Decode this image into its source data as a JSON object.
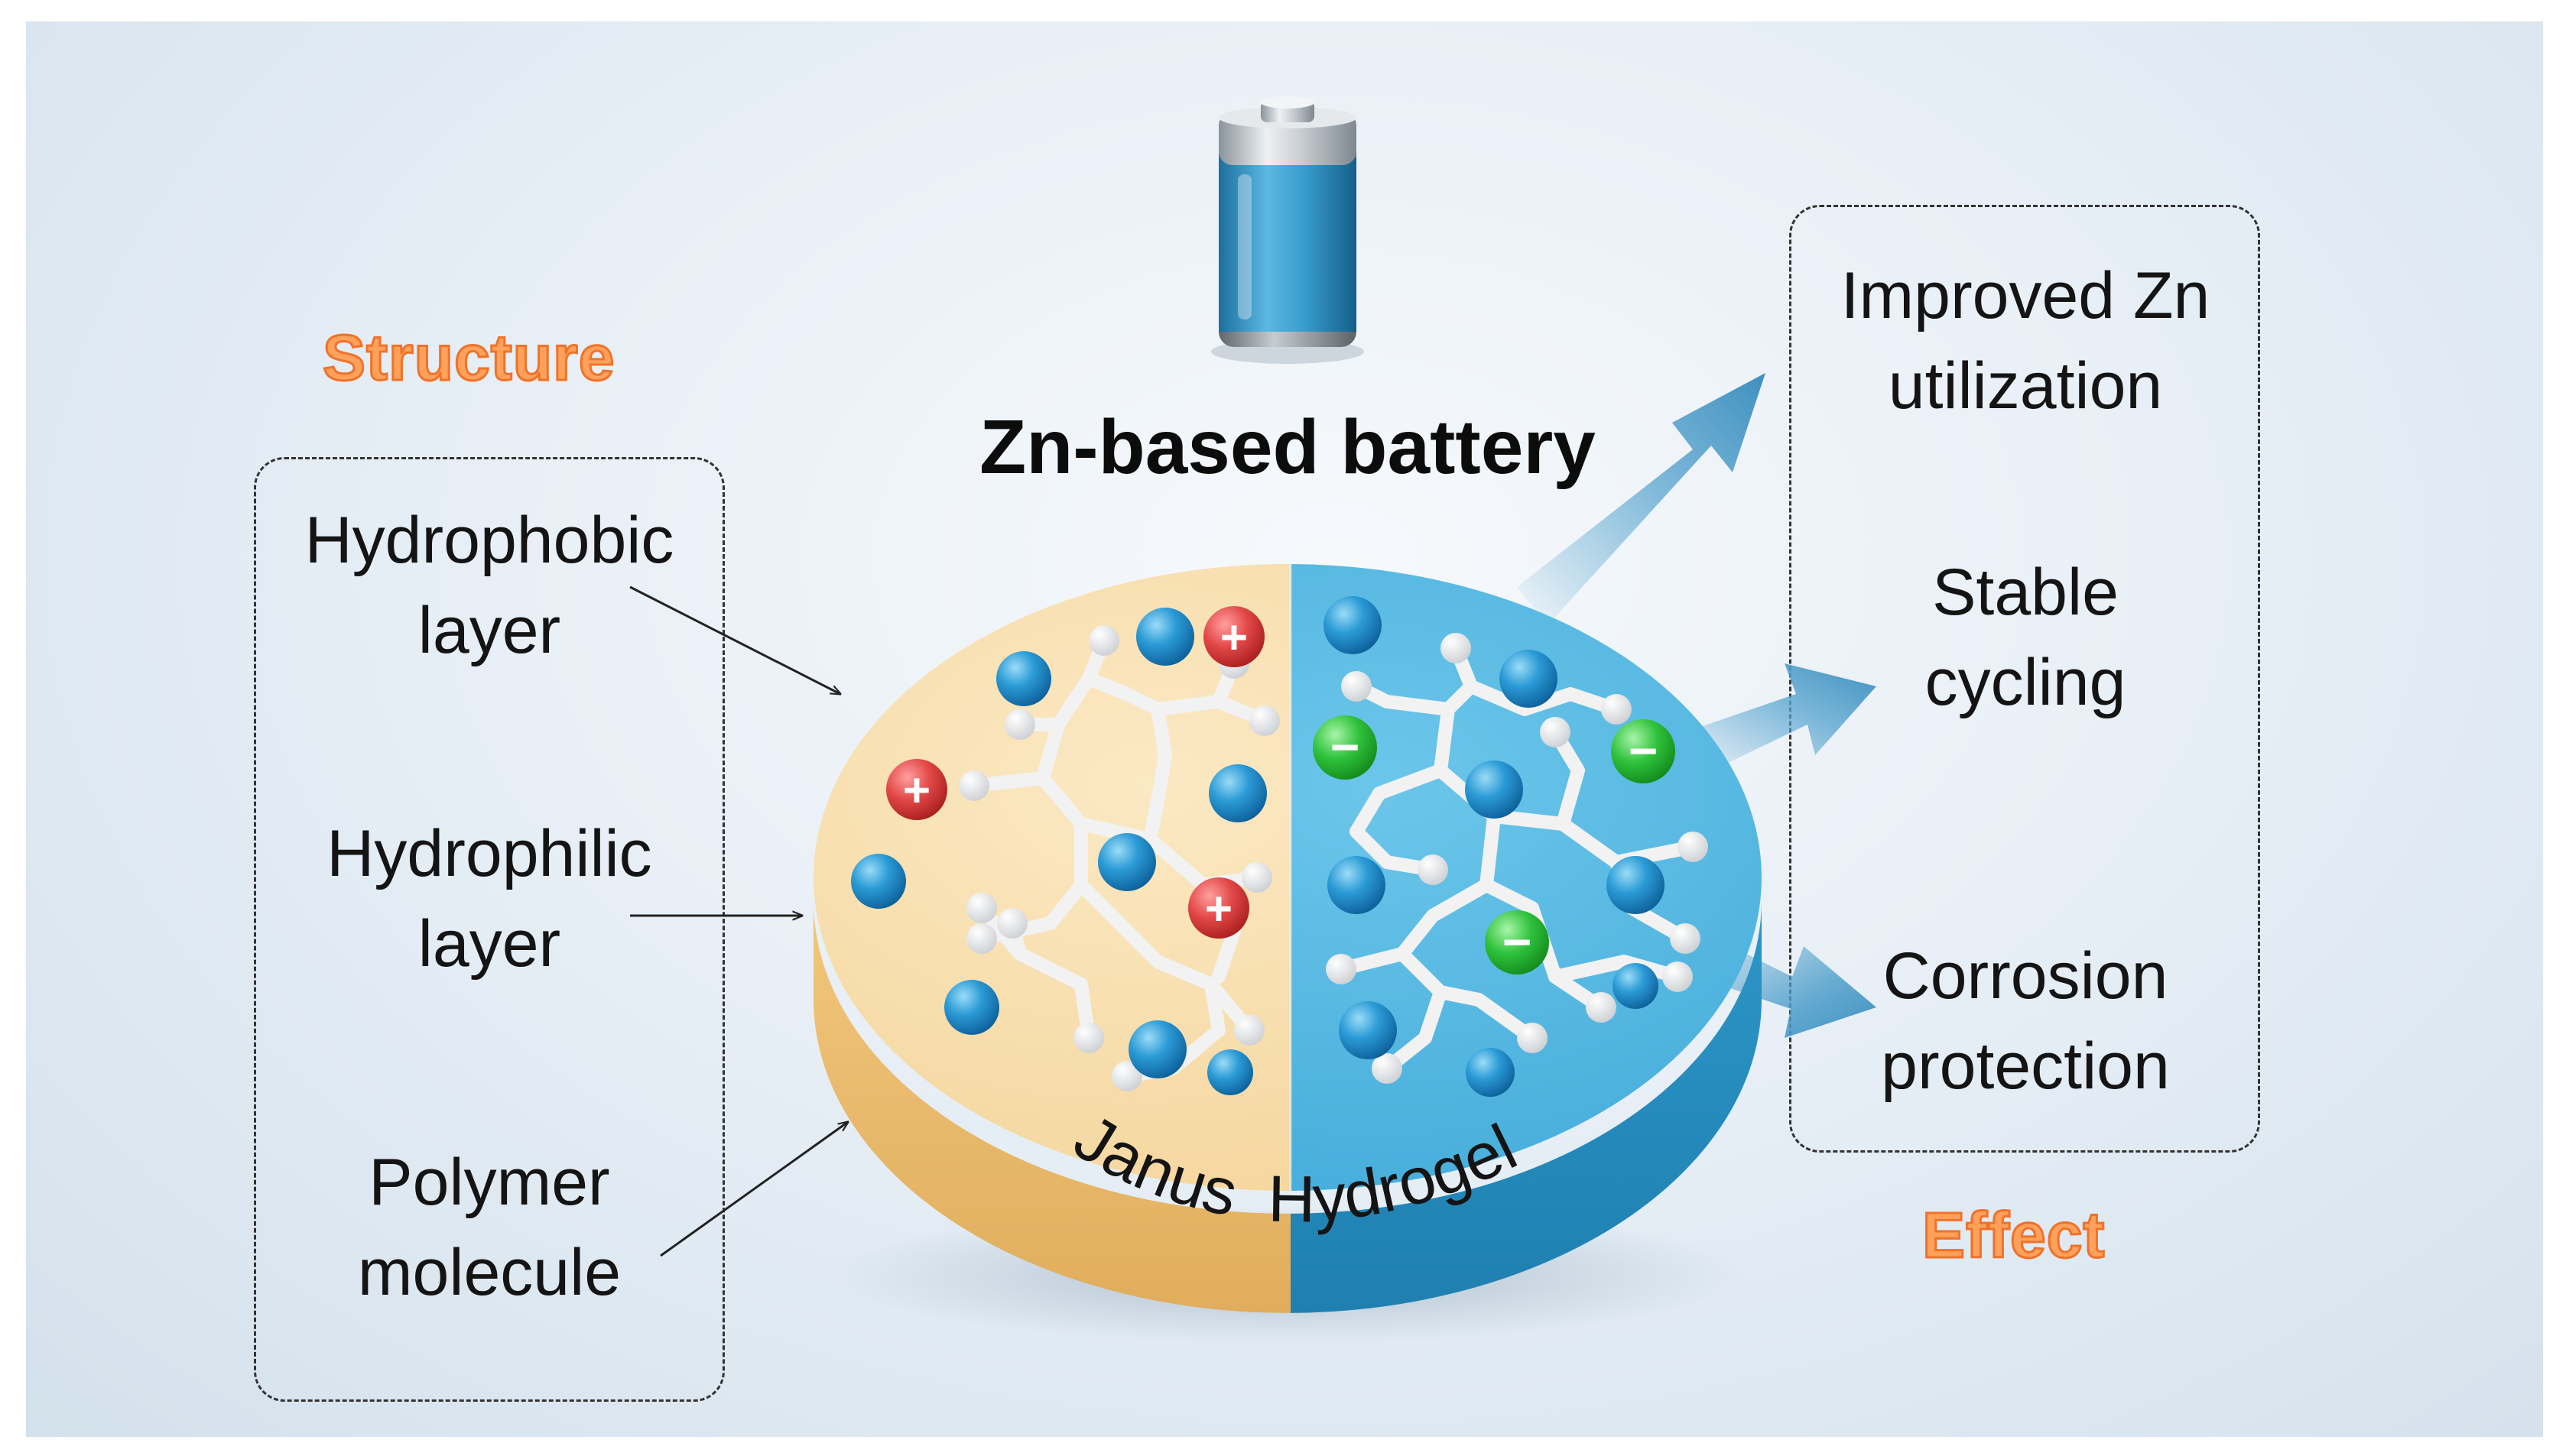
{
  "headings": {
    "structure": "Structure",
    "effect": "Effect"
  },
  "structure_labels": [
    {
      "line1": "Hydrophobic",
      "line2": "layer"
    },
    {
      "line1": "Hydrophilic",
      "line2": "layer"
    },
    {
      "line1": "Polymer",
      "line2": "molecule"
    }
  ],
  "effect_labels": [
    {
      "line1": "Improved Zn",
      "line2": "utilization"
    },
    {
      "line1": "Stable",
      "line2": "cycling"
    },
    {
      "line1": "Corrosion",
      "line2": "protection"
    }
  ],
  "battery": {
    "title": "Zn-based battery"
  },
  "hydrogel": {
    "word1": "Janus",
    "word2": "Hydrogel",
    "left_half_color": "#f7dca4",
    "right_half_color": "#4db3dc"
  },
  "ions": {
    "cation_symbol": "+",
    "anion_symbol": "−"
  },
  "colors": {
    "heading": "#f47b36",
    "ion_blue": "#2196d3",
    "cation": "#e04545",
    "anion": "#2cc13b"
  }
}
